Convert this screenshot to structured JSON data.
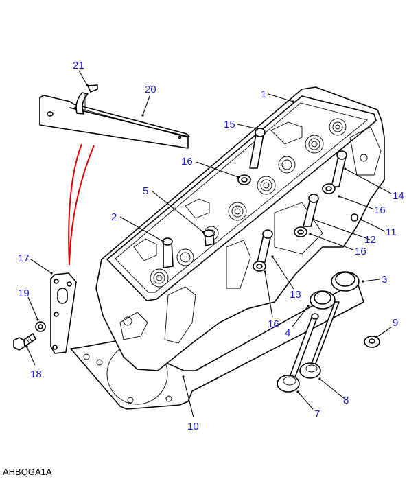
{
  "diagram": {
    "type": "exploded parts diagram",
    "subject": "Cylinder head assembly",
    "reference_code": "AHBQGA1A",
    "label_color": "#1a1acc",
    "line_color": "#000000",
    "indicator_color": "#e00000",
    "callouts": [
      {
        "id": "c1",
        "number": "1",
        "part": "cylinder-head"
      },
      {
        "id": "c2",
        "number": "2",
        "part": "valve-guide"
      },
      {
        "id": "c3",
        "number": "3",
        "part": "valve-seat-insert-large"
      },
      {
        "id": "c4",
        "number": "4",
        "part": "valve-seat-insert-small"
      },
      {
        "id": "c5",
        "number": "5",
        "part": "stud"
      },
      {
        "id": "c7",
        "number": "7",
        "part": "inlet-valve"
      },
      {
        "id": "c8",
        "number": "8",
        "part": "exhaust-valve"
      },
      {
        "id": "c9",
        "number": "9",
        "part": "washer"
      },
      {
        "id": "c10",
        "number": "10",
        "part": "head-gasket"
      },
      {
        "id": "c11",
        "number": "11",
        "part": "dowel"
      },
      {
        "id": "c12",
        "number": "12",
        "part": "bolt"
      },
      {
        "id": "c13",
        "number": "13",
        "part": "bolt"
      },
      {
        "id": "c14",
        "number": "14",
        "part": "bolt"
      },
      {
        "id": "c15",
        "number": "15",
        "part": "bolt"
      },
      {
        "id": "c16a",
        "number": "16",
        "part": "washer"
      },
      {
        "id": "c16b",
        "number": "16",
        "part": "washer"
      },
      {
        "id": "c16c",
        "number": "16",
        "part": "washer"
      },
      {
        "id": "c16d",
        "number": "16",
        "part": "washer"
      },
      {
        "id": "c17",
        "number": "17",
        "part": "lifting-bracket"
      },
      {
        "id": "c18",
        "number": "18",
        "part": "bolt"
      },
      {
        "id": "c19",
        "number": "19",
        "part": "spring-washer"
      },
      {
        "id": "c20",
        "number": "20",
        "part": "bracket"
      },
      {
        "id": "c21",
        "number": "21",
        "part": "clip"
      }
    ]
  }
}
